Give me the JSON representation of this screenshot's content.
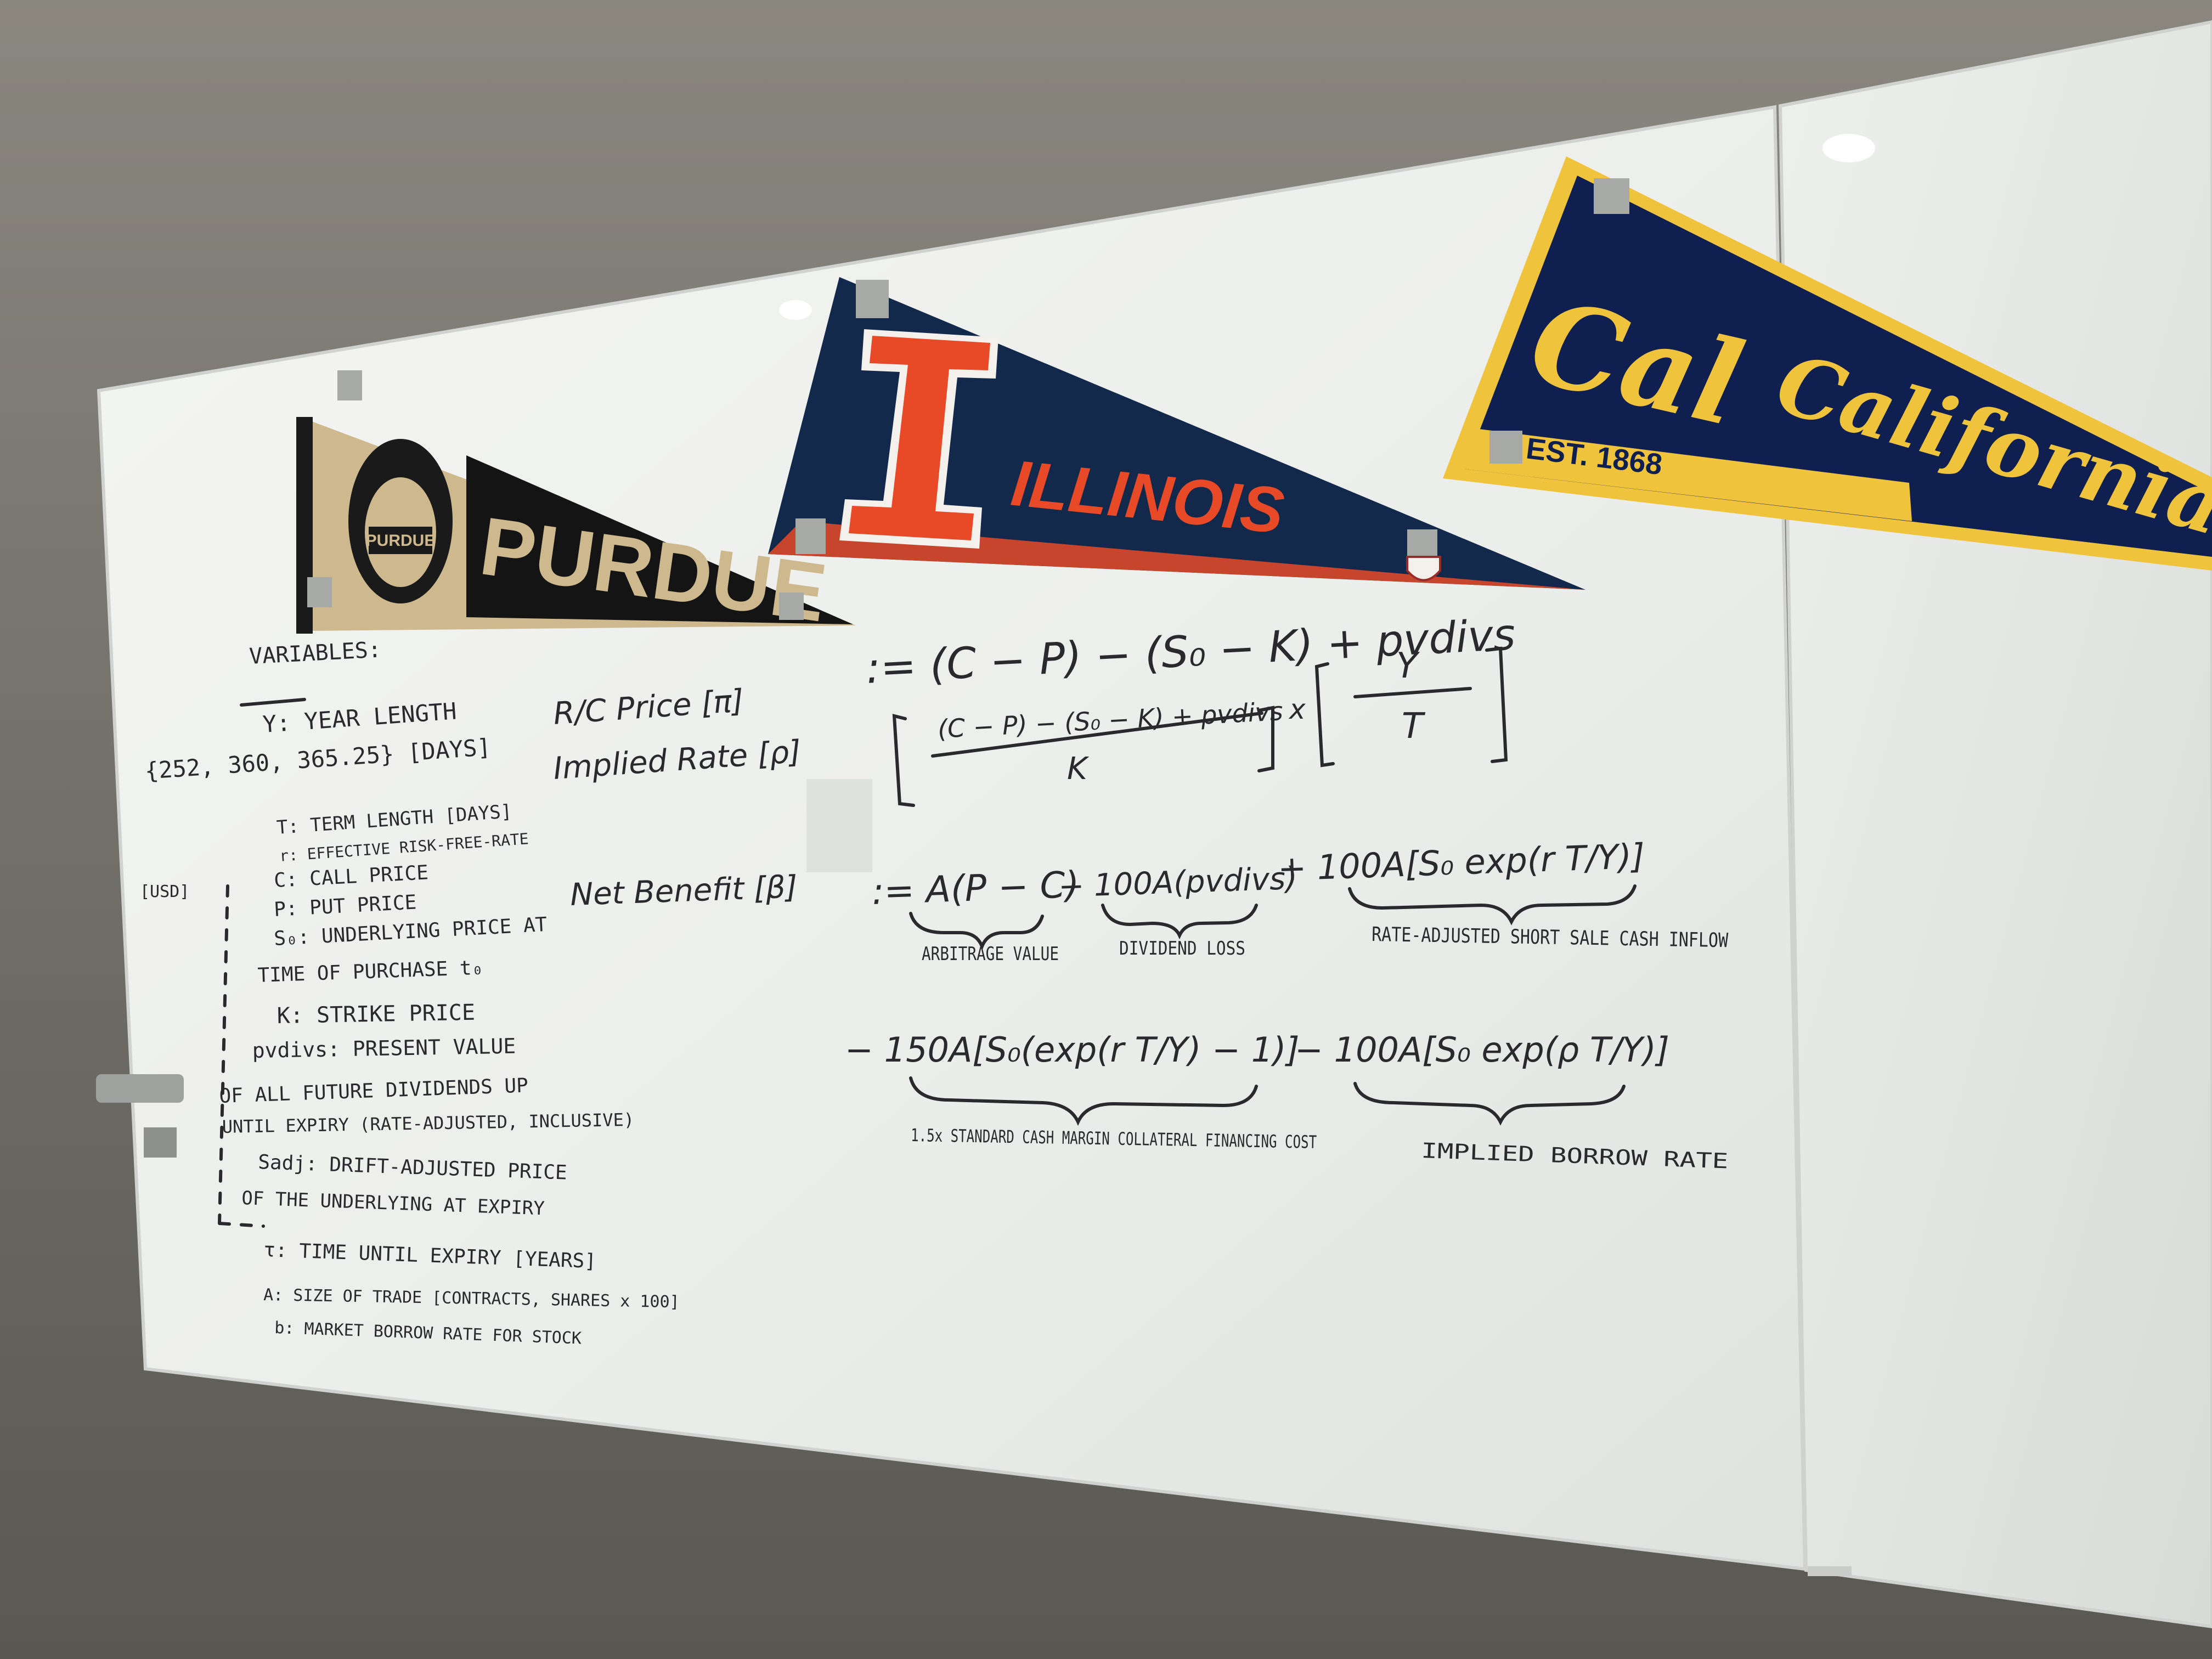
{
  "pennants": {
    "purdue": {
      "name": "PURDUE",
      "badge": "PURDUE",
      "colors": {
        "gold": "#cdb98d",
        "black": "#141414"
      }
    },
    "illinois": {
      "name": "ILLINOIS",
      "colors": {
        "navy": "#13294b",
        "orange": "#e84a27",
        "white": "#f4f1ec"
      }
    },
    "california": {
      "wordmark": "Cal",
      "name": "California",
      "est": "EST. 1868",
      "colors": {
        "navy": "#0f1f4f",
        "gold": "#f0c33c"
      }
    }
  },
  "whiteboard": {
    "variables": {
      "title": "VARIABLES:",
      "lines": [
        "Y: YEAR LENGTH",
        "{252, 360, 365.25} [DAYS]",
        "T: TERM LENGTH [DAYS]",
        "r: EFFECTIVE RISK-FREE-RATE",
        "C: CALL PRICE",
        "P: PUT PRICE",
        "S₀: UNDERLYING PRICE AT",
        "TIME OF PURCHASE t₀",
        "K: STRIKE PRICE",
        "pvdivs: PRESENT VALUE",
        "OF ALL FUTURE DIVIDENDS UP",
        "UNTIL EXPIRY (RATE-ADJUSTED, INCLUSIVE)",
        "Sadj: DRIFT-ADJUSTED PRICE",
        "OF THE UNDERLYING AT EXPIRY",
        "τ: TIME UNTIL EXPIRY [YEARS]",
        "A: SIZE OF TRADE [CONTRACTS, SHARES x 100]",
        "b: MARKET BORROW RATE FOR STOCK"
      ],
      "usd_tag": "[USD]"
    },
    "formulas": {
      "price_label": "R/C Price [π]",
      "price_rhs": ":= (C − P) − (S₀ − K) + pvdivs",
      "rate_label": "Implied Rate [ρ]",
      "rate_numerator": "(C − P) − (S₀ − K) + pvdivs",
      "rate_denominator": "K",
      "rate_frac_num": "Y",
      "rate_frac_den": "T",
      "benefit_label": "Net Benefit [β]",
      "benefit_term1": ":= A(P − C)",
      "benefit_term2": "− 100A(pvdivs)",
      "benefit_term3": "+ 100A[S₀ exp(r T/Y)]",
      "benefit_term4": "− 150A[S₀(exp(r T/Y) − 1)]",
      "benefit_term5": "− 100A[S₀ exp(ρ T/Y)]",
      "brace1": "ARBITRAGE VALUE",
      "brace2": "DIVIDEND LOSS",
      "brace3": "RATE-ADJUSTED SHORT SALE CASH INFLOW",
      "brace4": "1.5x STANDARD CASH MARGIN COLLATERAL FINANCING COST",
      "brace5": "IMPLIED BORROW RATE"
    }
  }
}
